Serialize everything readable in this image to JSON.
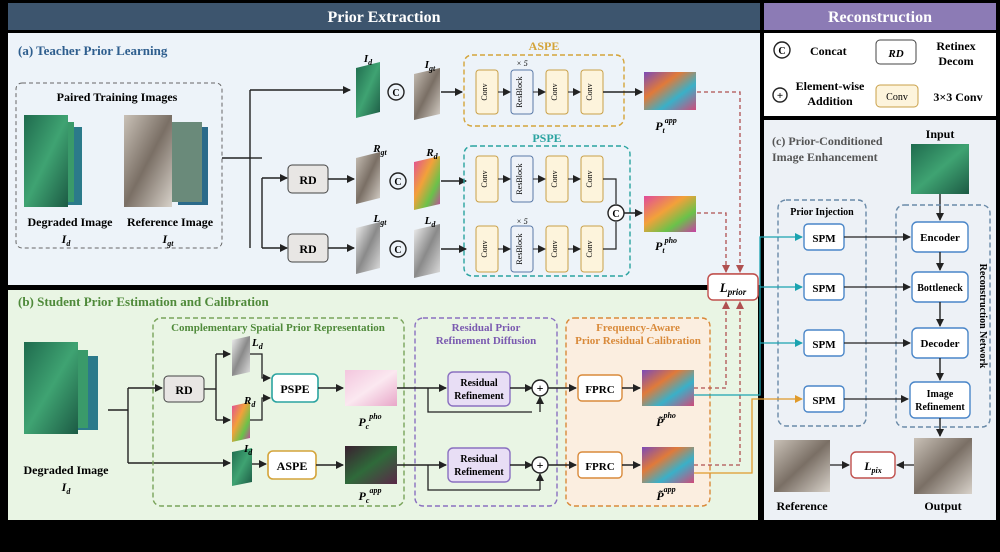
{
  "headers": {
    "prior_extraction": "Prior Extraction",
    "reconstruction": "Reconstruction"
  },
  "colors": {
    "header_dark": "#3d556e",
    "header_purple": "#8c7bb5",
    "panel_bg": "#edf3f9",
    "aspe": "#d4a43a",
    "pspe": "#2aa3a0",
    "green_dash": "#79a35a",
    "purple_dash": "#8a70c0",
    "orange_dash": "#d98a3a",
    "loss_red": "#c0504d",
    "spm_blue": "#4a86c8",
    "arrow_teal": "#1ba3b0",
    "arrow_orange": "#e09a2a"
  },
  "legend": {
    "concat_symbol": "©",
    "concat_label": "Concat",
    "rd_symbol": "RD",
    "rd_label_1": "Retinex",
    "rd_label_2": "Decom",
    "add_symbol": "+",
    "add_label_1": "Element-wise",
    "add_label_2": "Addition",
    "conv_symbol": "Conv",
    "conv_label": "3×3 Conv"
  },
  "panel_a": {
    "title": "(a) Teacher Prior Learning",
    "paired_title": "Paired Training Images",
    "degraded_label": "Degraded Image",
    "degraded_sym": "I",
    "degraded_sub": "d",
    "reference_label": "Reference Image",
    "reference_sym": "I",
    "reference_sub": "gt",
    "rd": "RD",
    "i_d": "I",
    "i_d_sub": "d",
    "i_gt": "I",
    "i_gt_sub": "gt",
    "r_gt": "R",
    "r_gt_sub": "gt",
    "r_d": "R",
    "r_d_sub": "d",
    "l_gt": "L",
    "l_gt_sub": "gt",
    "l_d": "L",
    "l_d_sub": "d",
    "aspe": "ASPE",
    "pspe": "PSPE",
    "conv": "Conv",
    "resblock": "ResBlock",
    "times5": "× 5",
    "p_app": "P",
    "p_app_sub": "t",
    "p_app_sup": "app",
    "p_pho": "P",
    "p_pho_sub": "t",
    "p_pho_sup": "pho"
  },
  "loss_prior": {
    "sym": "L",
    "sub": "prior"
  },
  "panel_b": {
    "title": "(b) Student Prior Estimation and Calibration",
    "cspr": "Complementary Spatial Prior Representation",
    "rprd_1": "Residual Prior",
    "rprd_2": "Refinement Diffusion",
    "fapr_1": "Frequency-Aware",
    "fapr_2": "Prior Residual Calibration",
    "degraded_label": "Degraded Image",
    "degraded_sym": "I",
    "degraded_sub": "d",
    "rd": "RD",
    "l_d": "L",
    "l_d_sub": "d",
    "r_d": "R",
    "r_d_sub": "d",
    "i_d": "I",
    "i_d_sub": "d",
    "pspe": "PSPE",
    "aspe": "ASPE",
    "pc_pho": "P",
    "pc_pho_sub": "c",
    "pc_pho_sup": "pho",
    "pc_app": "P",
    "pc_app_sub": "c",
    "pc_app_sup": "app",
    "residual_1": "Residual",
    "residual_2": "Refinement",
    "fprc": "FPRC",
    "pt_pho": "P̃",
    "pt_pho_sup": "pho",
    "pt_app": "P̃",
    "pt_app_sup": "app"
  },
  "panel_c": {
    "title_1": "(c) Prior-Conditioned",
    "title_2": "Image Enhancement",
    "input": "Input",
    "prior_injection": "Prior Injection",
    "spm": "SPM",
    "encoder": "Encoder",
    "bottleneck": "Bottleneck",
    "decoder": "Decoder",
    "image_refinement_1": "Image",
    "image_refinement_2": "Refinement",
    "recon_network": "Reconstruction Network",
    "loss_pix": "L",
    "loss_pix_sub": "pix",
    "reference": "Reference",
    "output": "Output"
  }
}
